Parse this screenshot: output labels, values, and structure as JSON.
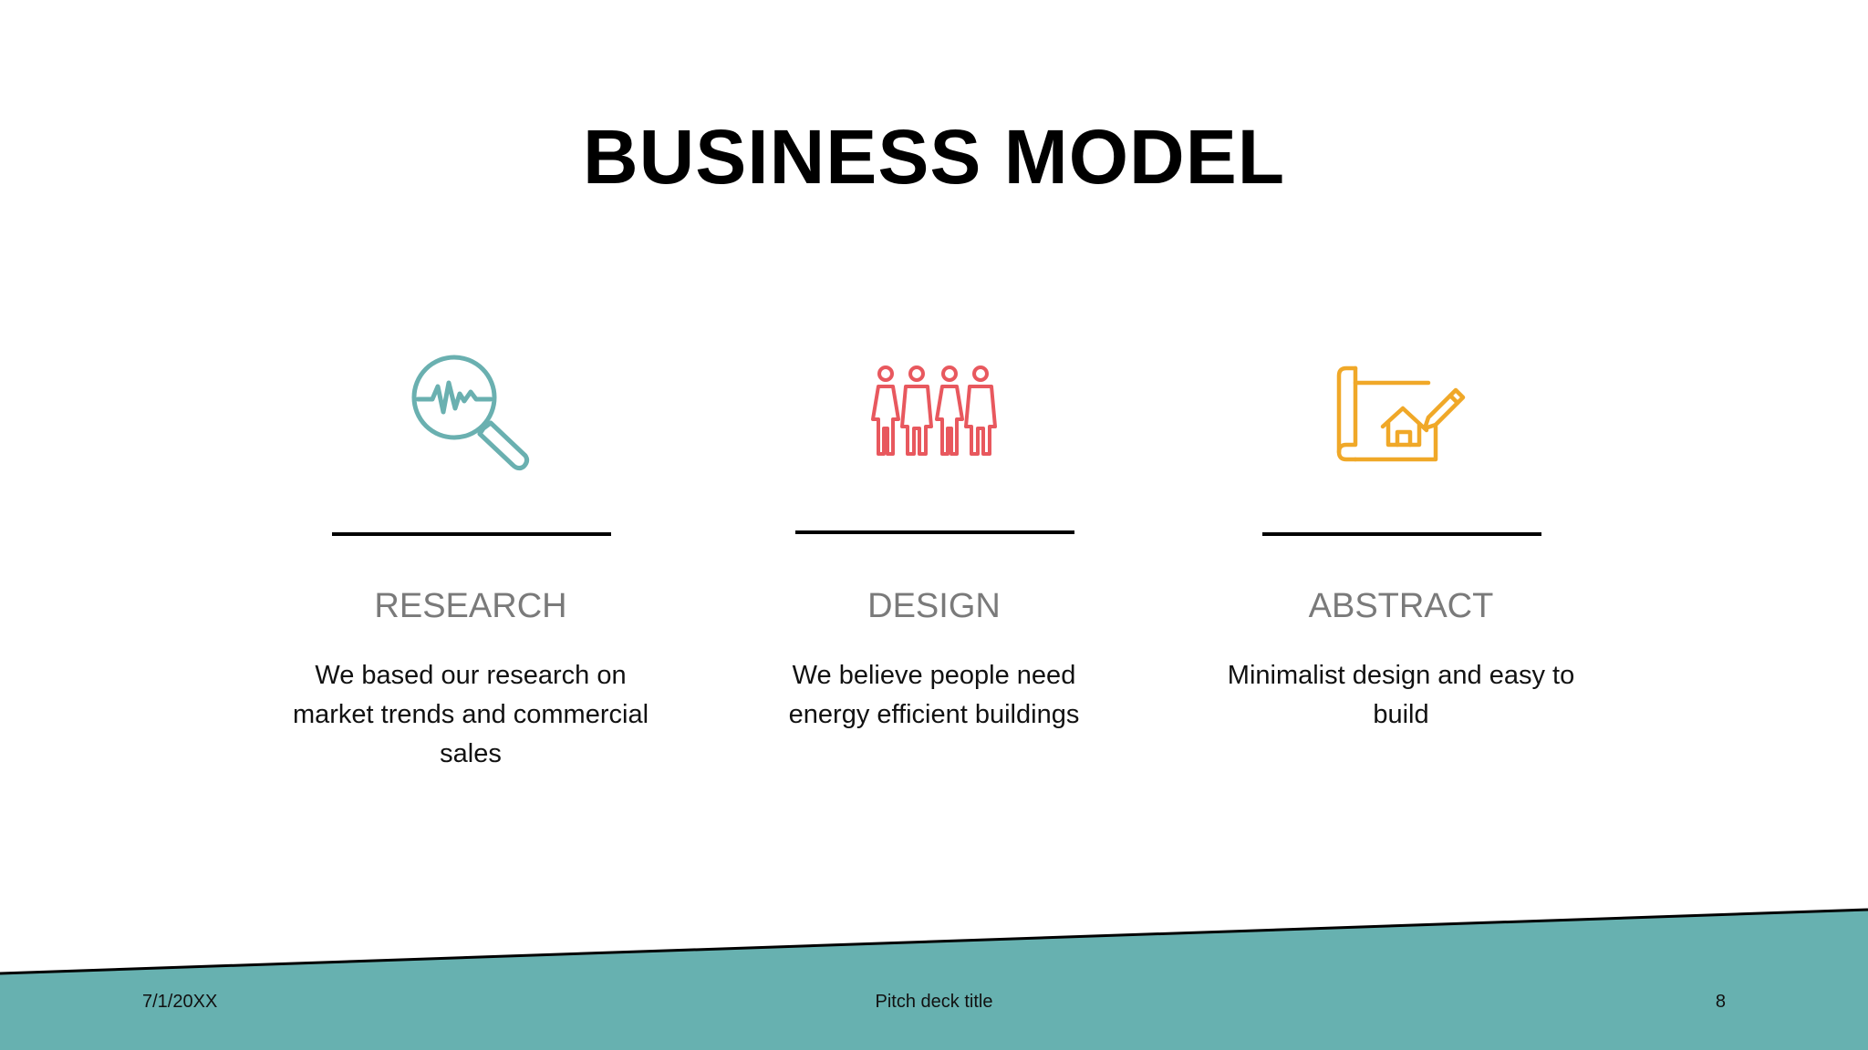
{
  "slide": {
    "title": "BUSINESS MODEL",
    "columns": [
      {
        "heading": "RESEARCH",
        "description": "We based our research on market trends and commercial sales",
        "icon": "magnifier-pulse-icon",
        "color": "#6ab0b0"
      },
      {
        "heading": "DESIGN",
        "description": "We believe people need energy efficient buildings",
        "icon": "people-group-icon",
        "color": "#e8585e"
      },
      {
        "heading": "ABSTRACT",
        "description": "Minimalist design and easy to build",
        "icon": "house-blueprint-icon",
        "color": "#f0a828"
      }
    ]
  },
  "footer": {
    "date": "7/1/20XX",
    "title": "Pitch deck title",
    "page_number": "8"
  },
  "colors": {
    "band": "#67b1b0",
    "text": "#000000",
    "heading": "#7a7a7a"
  }
}
